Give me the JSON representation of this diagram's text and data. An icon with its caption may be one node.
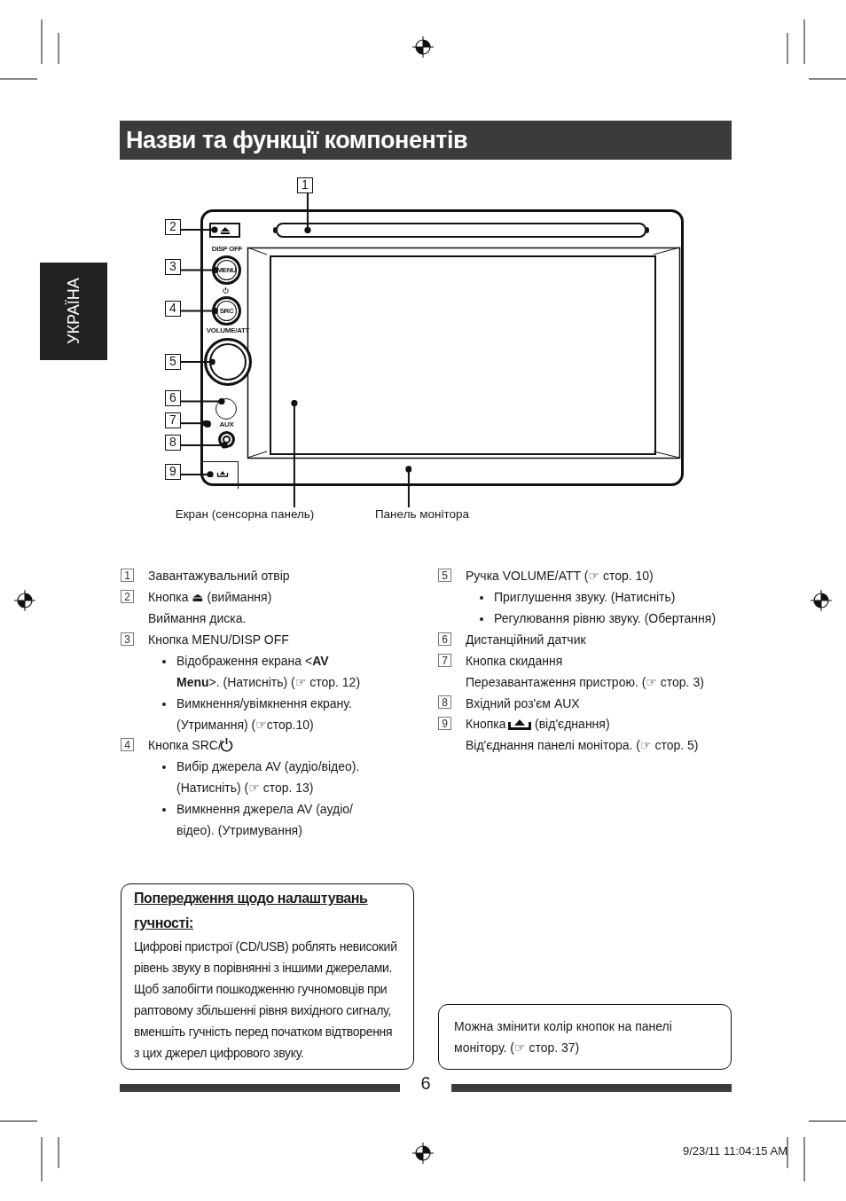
{
  "diagram": {
    "title": "Назви та функції компонентів",
    "nodes": [
      {
        "text": [],
        "shape": "box"
      },
      {
        "text": [],
        "shape": "bar",
        "in": 0
      },
      {
        "text": [],
        "shape": "box",
        "in": 0
      },
      {
        "text": [
          "MENU"
        ],
        "beside": [
          "DISP OFF"
        ],
        "in": 0
      },
      {
        "text": [
          "SRC"
        ],
        "in": 0
      },
      {
        "text": [],
        "shape": "circle",
        "beside": [
          "VOLUME/ATT"
        ],
        "in": 0
      },
      {
        "text": [],
        "shape": "circle",
        "in": 0
      },
      {
        "text": [],
        "shape": "circle",
        "in": 0
      },
      {
        "text": [],
        "shape": "circle",
        "beside": [
          "AUX"
        ],
        "in": 0
      },
      {
        "text": [],
        "shape": "box",
        "in": 0
      },
      {
        "text": [],
        "shape": "box",
        "in": 0
      },
      {
        "text": [
          "1"
        ]
      },
      {
        "text": [
          "2"
        ]
      },
      {
        "text": [
          "3"
        ]
      },
      {
        "text": [
          "4"
        ]
      },
      {
        "text": [
          "5"
        ]
      },
      {
        "text": [
          "6"
        ]
      },
      {
        "text": [
          "7"
        ]
      },
      {
        "text": [
          "8"
        ]
      },
      {
        "text": [
          "9"
        ]
      },
      {
        "text": [
          "Екран (сенсорна панель)"
        ]
      },
      {
        "text": [
          "Панель монітора"
        ]
      },
      {
        "text": [
          "Попередження щодо налаштувань гучності:",
          "Цифрові пристрої (CD/USB) роблять невисокий рівень звуку в порівнянні з іншими джерелами. Щоб запобігти пошкодженню гучномовців при раптовому збільшенні рівня вихідного сигналу, вменшіть гучність перед початком відтворення з цих джерел цифрового звуку."
        ]
      },
      {
        "text": [
          "Можна змінити колір кнопок на панелі монітору. (☞ стор. 37)"
        ]
      }
    ],
    "edges": [
      {
        "from": 11,
        "to": 1,
        "arrow": "other"
      },
      {
        "from": 12,
        "to": 2,
        "arrow": "other"
      },
      {
        "from": 13,
        "to": 3,
        "arrow": "other"
      },
      {
        "from": 14,
        "to": 4,
        "arrow": "other"
      },
      {
        "from": 15,
        "to": 5,
        "arrow": "other"
      },
      {
        "from": 16,
        "to": 6,
        "arrow": "other"
      },
      {
        "from": 17,
        "to": 7,
        "arrow": "other"
      },
      {
        "from": 18,
        "to": 8,
        "arrow": "other"
      },
      {
        "from": 19,
        "to": 9,
        "arrow": "other"
      },
      {
        "from": 20,
        "to": 10,
        "arrow": "other"
      },
      {
        "from": 21,
        "to": 0,
        "arrow": "other"
      }
    ],
    "labels": [
      "УКРАЇНА",
      "1",
      "Завантажувальний отвір",
      "2",
      "Кнопка ⏏ (виймання)",
      "Виймання диска.",
      "3",
      "Кнопка MENU/DISP OFF",
      "Відображення екрана <**AV Menu**>. (Натисніть) (☞ стор. 12)",
      "Вимкнення/увімкнення екрану. (Утримання) (☞стор.10)",
      "4",
      "Кнопка SRC/",
      "Вибір джерела AV (аудіо/відео). (Натисніть) (☞ стор. 13)",
      "Вимкнення джерела AV (аудіо/відео). (Утримування)",
      "5",
      "Ручка VOLUME/ATT (☞ стор. 10)",
      "Приглушення звуку. (Натисніть)",
      "Регулювання рівню звуку. (Обертання)",
      "6",
      "Дистанційний датчик",
      "7",
      "Кнопка скидання",
      "Перезавантаження пристрою. (☞ стор. 3)",
      "8",
      "Вхідний роз'єм AUX",
      "9",
      "Кнопка",
      "(від'єднання)",
      "Від'єднання панелі монітора. (☞ стор. 5)",
      "6",
      "9/23/11 11:04:15 AM"
    ]
  }
}
